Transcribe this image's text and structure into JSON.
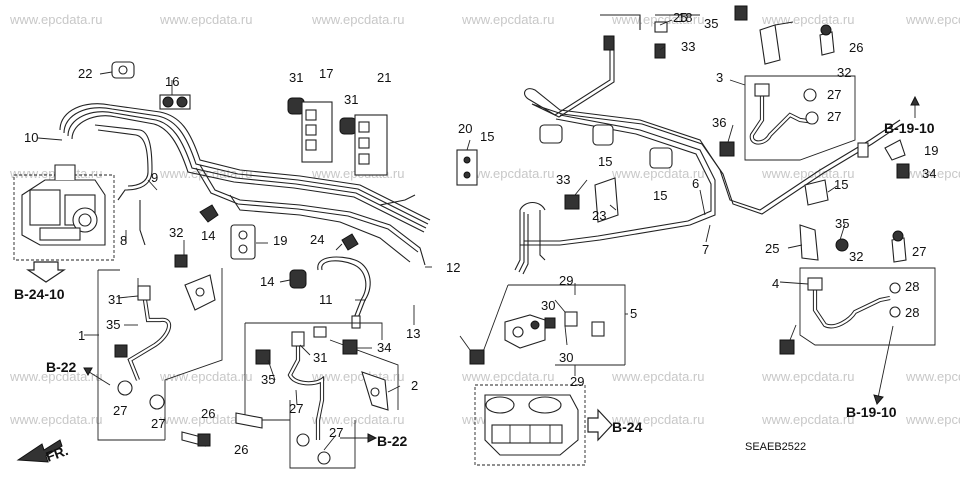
{
  "watermark": "www.epcdata.ru",
  "diagram_code": "SEAEB2522",
  "direction_label": "FR.",
  "callouts": [
    "1",
    "2",
    "3",
    "4",
    "5",
    "6",
    "7",
    "8",
    "9",
    "10",
    "11",
    "12",
    "13",
    "14",
    "14",
    "15",
    "15",
    "15",
    "15",
    "16",
    "17",
    "18",
    "19",
    "19",
    "20",
    "21",
    "22",
    "23",
    "24",
    "25",
    "25",
    "26",
    "26",
    "26",
    "27",
    "27",
    "27",
    "27",
    "27",
    "27",
    "27",
    "28",
    "28",
    "29",
    "29",
    "30",
    "30",
    "31",
    "31",
    "31",
    "31",
    "32",
    "32",
    "32",
    "33",
    "33",
    "34",
    "34",
    "35",
    "35",
    "35",
    "35",
    "36"
  ],
  "references": [
    "B-24-10",
    "B-22",
    "B-22",
    "B-24",
    "B-19-10",
    "B-19-10"
  ]
}
